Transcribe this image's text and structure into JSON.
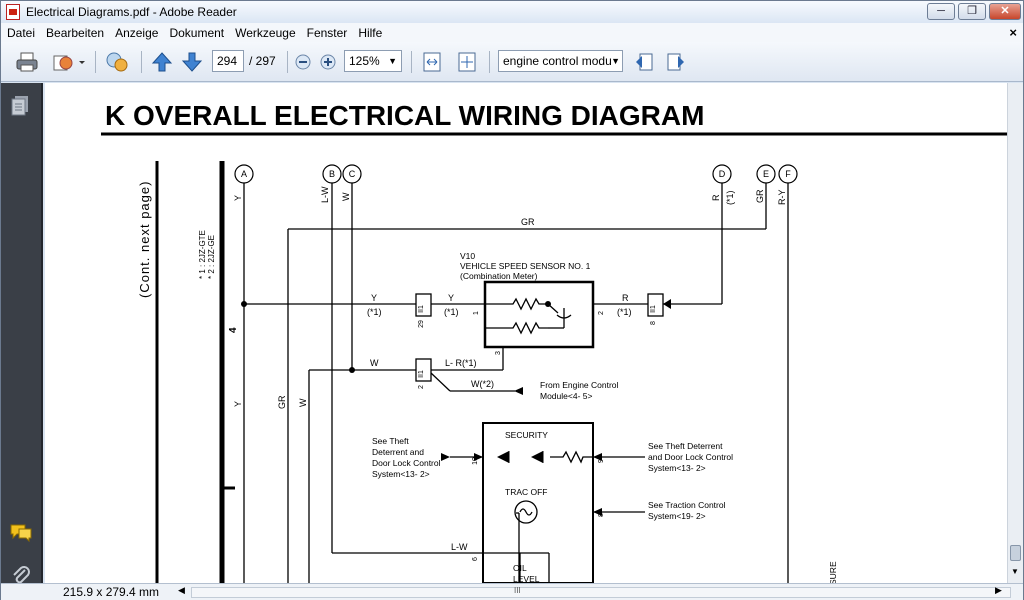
{
  "window": {
    "title": "Electrical Diagrams.pdf - Adobe Reader",
    "minimize": "─",
    "restore": "❐",
    "close": "✕"
  },
  "menu": [
    "Datei",
    "Bearbeiten",
    "Anzeige",
    "Dokument",
    "Werkzeuge",
    "Fenster",
    "Hilfe"
  ],
  "menu_close": "×",
  "toolbar": {
    "page_current": "294",
    "page_total": "/ 297",
    "zoom": "125%",
    "search": "engine control modu"
  },
  "status": {
    "page_size": "215.9 x 279.4 mm",
    "grip": "III"
  },
  "page": {
    "heading": "K  OVERALL ELECTRICAL WIRING DIAGRAM",
    "cont": "(Cont.  next page)",
    "legend1": "* 1 : 2JZ-GTE",
    "legend2": "* 2 : 2JZ-GE",
    "conn": [
      "A",
      "B",
      "C",
      "D",
      "E",
      "F"
    ],
    "wires": {
      "y": "Y",
      "lw": "L-W",
      "w": "W",
      "r": "R",
      "r1": "(*1)",
      "gr": "GR",
      "ry": "R-Y",
      "star1": "(*1)",
      "lr": "L- R(*1)",
      "w2": "W(*2)",
      "gry": "GR"
    },
    "four": "4",
    "sensor": {
      "id": "V10",
      "name": "VEHICLE SPEED SENSOR NO. 1",
      "sub": "(Combination Meter)"
    },
    "pins": {
      "p29": "29",
      "p1": "1",
      "p2": "2",
      "p8": "8",
      "p3": "3",
      "p2b": "2",
      "p10": "10",
      "p9": "9",
      "p8b": "8",
      "p6": "6"
    },
    "connectors": {
      "ii1": "II1",
      "ii1b": "II1",
      "ii1c": "II1"
    },
    "from_ecm": "From Engine Control",
    "from_ecm2": "Module<4- 5>",
    "security": "SECURITY",
    "see_theft_l": [
      "See Theft",
      "Deterrent and",
      "Door Lock Control",
      "System<13- 2>"
    ],
    "see_theft_r": [
      "See Theft Deterrent",
      "and Door Lock Control",
      "System<13- 2>"
    ],
    "trac_off": "TRAC OFF",
    "see_trac": [
      "See Traction Control",
      "System<19- 2>"
    ],
    "oil": [
      "OIL",
      "LEVEL"
    ],
    "sure": "SURE"
  }
}
